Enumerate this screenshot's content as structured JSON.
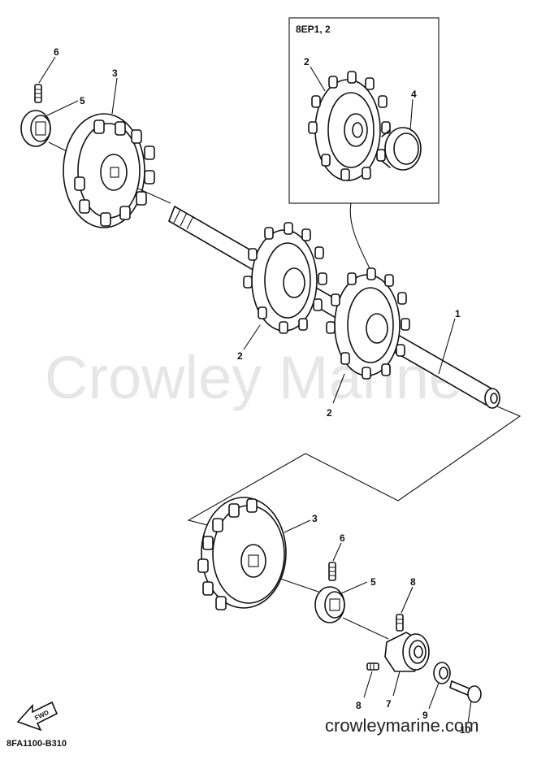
{
  "inset": {
    "label": "8EP1, 2"
  },
  "watermark": "Crowley Marine",
  "website": "crowleymarine.com",
  "diagram_code": "8FA1100-B310",
  "fwd_label": "FWD",
  "callouts": {
    "top_6": "6",
    "top_5": "5",
    "top_3": "3",
    "inset_2": "2",
    "inset_4": "4",
    "shaft_1": "1",
    "sprocket_left_2": "2",
    "sprocket_right_2": "2",
    "bottom_3": "3",
    "bottom_6": "6",
    "bottom_5": "5",
    "bottom_8_top": "8",
    "bottom_8_left": "8",
    "bottom_7": "7",
    "bottom_9": "9",
    "bottom_10": "10"
  }
}
